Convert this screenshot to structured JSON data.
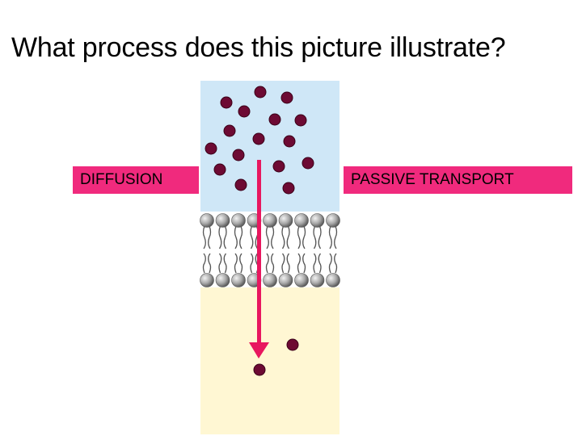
{
  "title": "What process does this picture illustrate?",
  "labels": {
    "left": "DIFFUSION",
    "right": "PASSIVE TRANSPORT"
  },
  "colors": {
    "label_background": "#f02a7d",
    "outside_region": "#cfe7f7",
    "inside_region": "#fff7d3",
    "molecule": "#6d0a33",
    "arrow": "#e8175f",
    "phospholipid_head": "#9a9a9a"
  },
  "icons": {
    "molecule": "dark-circle",
    "membrane": "phospholipid-bilayer",
    "gradient": "down-arrow"
  }
}
